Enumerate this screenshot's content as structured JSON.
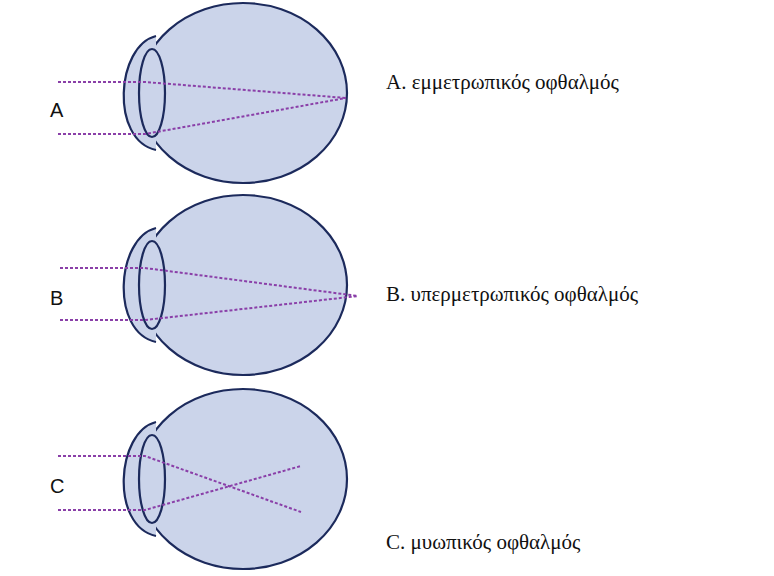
{
  "diagram": {
    "labels": [
      "A",
      "A. εμμετρωπικός οφθαλμός",
      "B",
      "B. υπερμετρωπικός οφθαλμός",
      "C",
      "C. μυωπικός οφθαλμός"
    ]
  }
}
